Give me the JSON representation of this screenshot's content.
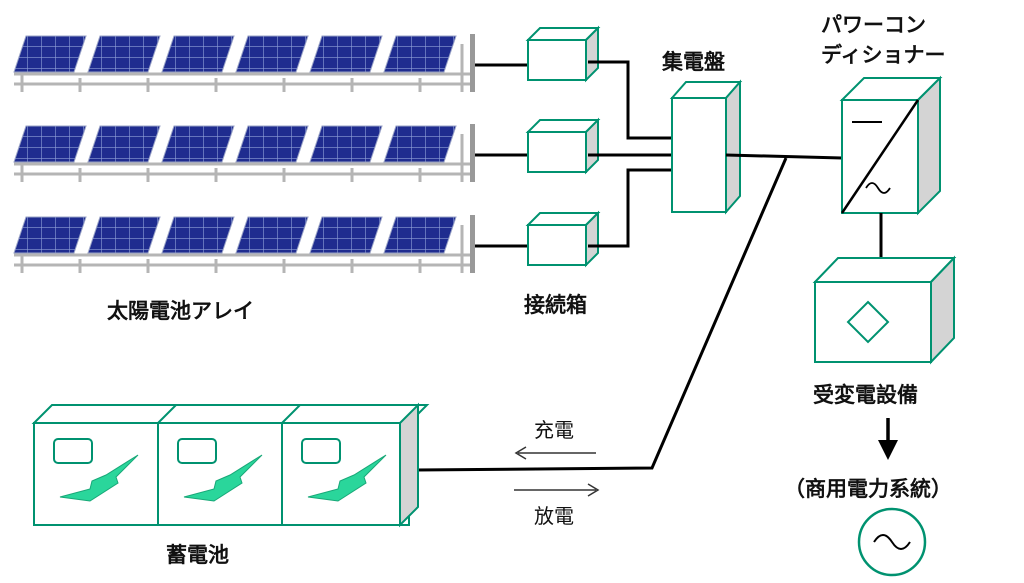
{
  "labels": {
    "solar_array": "太陽電池アレイ",
    "junction_box": "接続箱",
    "collector_panel": "集電盤",
    "pcs_line1": "パワーコン",
    "pcs_line2": "ディショナー",
    "receiving_equipment": "受変電設備",
    "grid": "（商用電力系統）",
    "battery": "蓄電池",
    "charge": "充電",
    "discharge": "放電"
  },
  "colors": {
    "panel_blue": "#1f2c8f",
    "outline_green": "#009270",
    "bolt_green": "#2ad69b",
    "side_gray": "#d4d4d4",
    "wire": "#000000"
  }
}
